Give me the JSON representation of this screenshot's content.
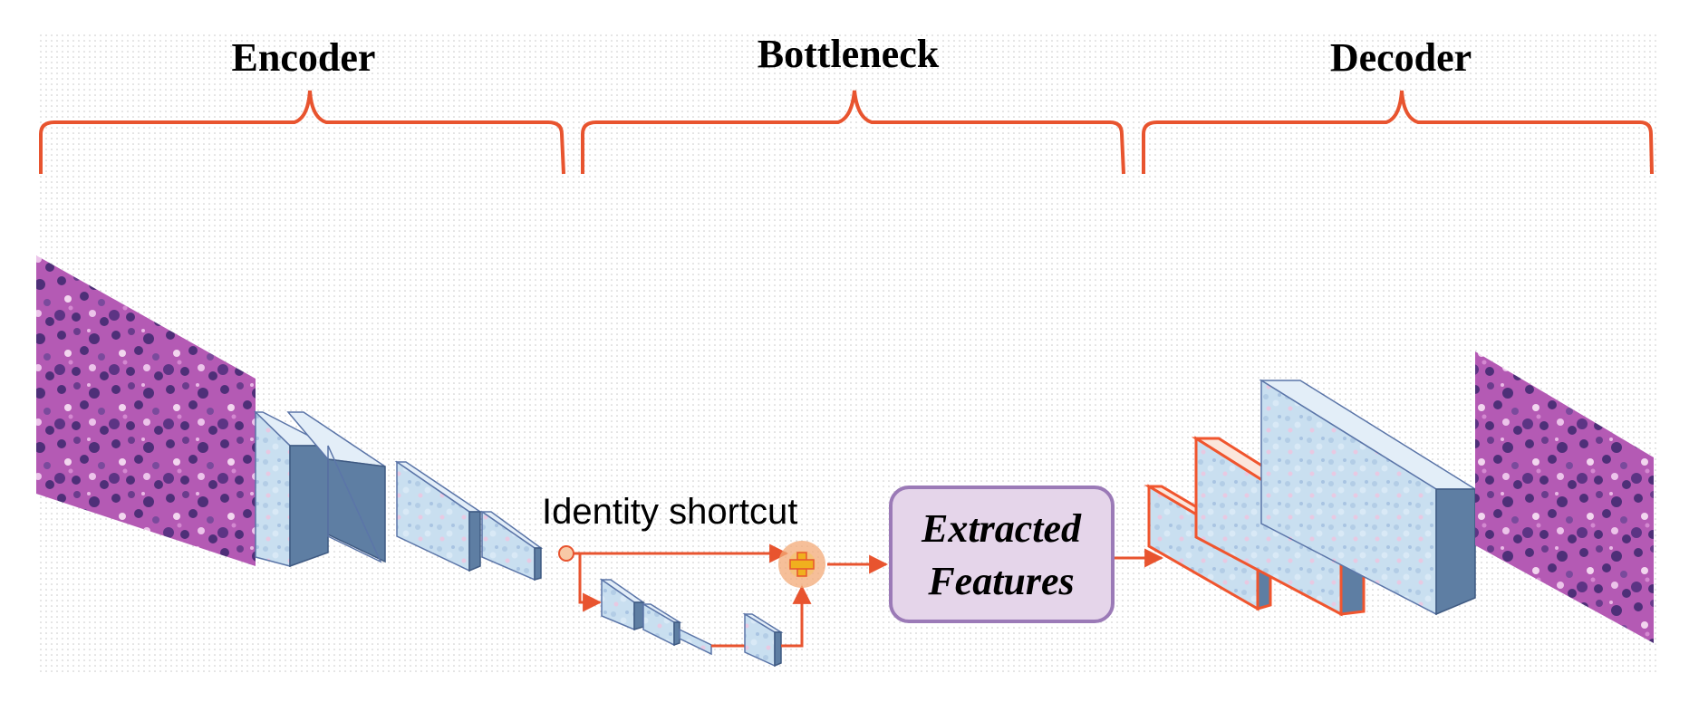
{
  "sections": {
    "encoder": "Encoder",
    "bottleneck": "Bottleneck",
    "decoder": "Decoder"
  },
  "shortcut_label": "Identity shortcut",
  "features": {
    "line1": "Extracted",
    "line2": "Features"
  },
  "colors": {
    "bracket": "#e8542f",
    "arrow": "#e8542f",
    "block_face": "#c9dff0",
    "block_side": "#5e7ea3",
    "block_edge": "#5b75a8",
    "decoder_edge": "#f0552e",
    "tissue_base": "#b45ab4",
    "tissue_dark": "#4e2f78",
    "features_fill": "#e5d5ea",
    "features_border": "#9b7ab7",
    "plus_circle": "#f3a977",
    "plus_sign": "#f0b01e"
  },
  "icons": {
    "sum_node": "plus-circle-icon",
    "split_node": "circle-node-icon"
  }
}
